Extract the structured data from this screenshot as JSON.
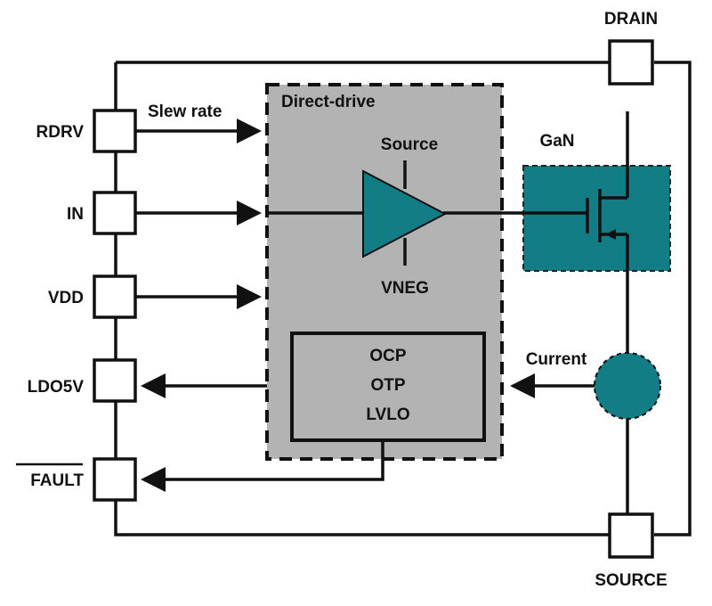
{
  "colors": {
    "teal": "#137d86",
    "block_gray": "#b3b3b3",
    "line": "#111111"
  },
  "pins_left": {
    "rdrv": "RDRV",
    "in": "IN",
    "vdd": "VDD",
    "ldo5v": "LDO5V",
    "fault": "FAULT"
  },
  "pins_right": {
    "drain": "DRAIN",
    "source": "SOURCE"
  },
  "labels": {
    "slew_rate": "Slew rate",
    "direct_drive": "Direct-drive",
    "driver_source": "Source",
    "driver_vneg": "VNEG",
    "gan": "GaN",
    "current": "Current"
  },
  "protection": {
    "lines": [
      "OCP",
      "OTP",
      "LVLO"
    ]
  },
  "icons": {
    "driver": "triangle-amplifier-icon",
    "transistor": "gan-fet-icon",
    "sensor": "current-sensor-icon"
  }
}
